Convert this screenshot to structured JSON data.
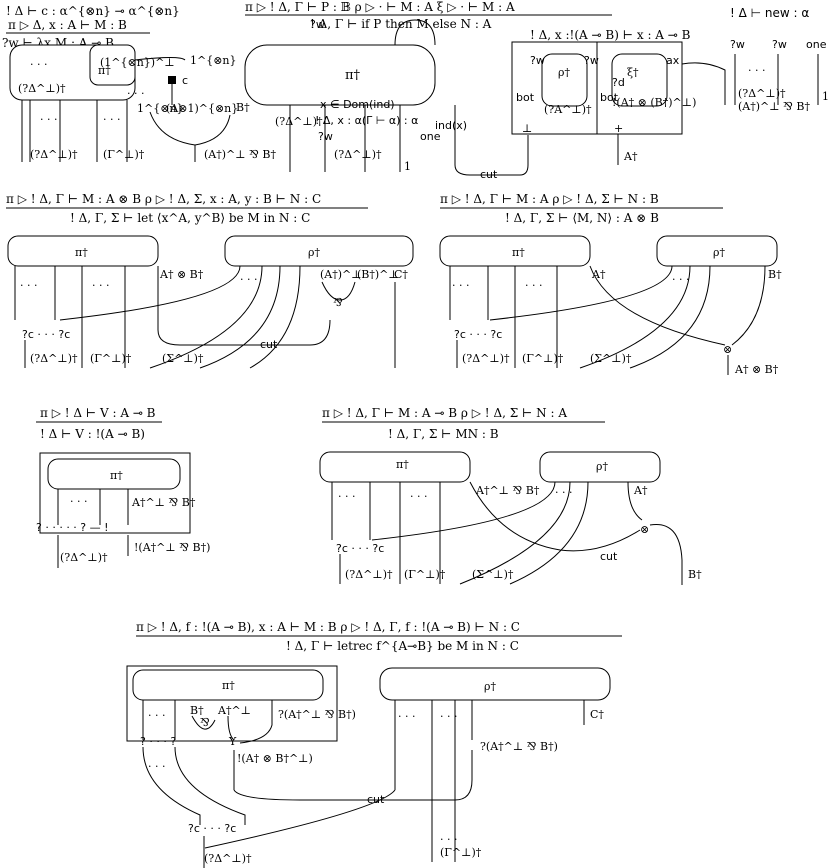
{
  "top": {
    "c_rule": "! Δ ⊢ c : α^{⊗n} ⊸ α^{⊗n}",
    "abs_premise": "π ▷ Δ, x : A ⊢ M : B",
    "abs_conclusion": "?w ⊢ λx.M : A ⊸ B",
    "if_premises": "π ▷ ! Δ, Γ ⊢ P : 𝔹   ρ ▷ · ⊢ M : A   ξ ▷ · ⊢ M : A",
    "if_conclusion": "! Δ, Γ ⊢ if P then M else N : A",
    "ind_premise": "x ∈ Dom(ind)",
    "ind_conclusion": "! Δ, x : α(Γ ⊢ α) : α",
    "new_rule": "! Δ ⊢ new : α",
    "fix_rule": "! Δ, x :!(A ⊸ B) ⊢ x : A ⊸ B",
    "c_label": "c",
    "pi": "π†",
    "rho": "ρ†",
    "xi": "ξ†",
    "one_tensor_n": "1^{⊗n}",
    "one_tensor_n_perp": "(1^{⊗n})^⊥",
    "one_par": "1^{⊗n}",
    "one_par_b": "(A⊗1)^{⊗n}",
    "Bdag": "B†",
    "AdagPerpParB": "(A†)^⊥ ⅋ B†",
    "Delta1": "(?Δ^⊥)†",
    "Gamma1": "(Γ^⊥)†",
    "Delta2": "(?Δ^⊥)†",
    "Delta3": "(?Δ^⊥)†",
    "Delta4": "(?Δ^⊥)†",
    "Delta_ind": "(?Δ^⊥)†",
    "Adag": "A†",
    "AdagPerp": "(?A^⊥)†",
    "A_perp_B": "!(A† ⊗ (B†)^⊥)",
    "A_par_B": "(A†)^⊥ ⅋ B†",
    "ind_x": "ind(x)",
    "cut": "cut",
    "bot": "bot",
    "bot2": "bot",
    "perp_sym": "⊥",
    "plus_sym": "+",
    "ax": "ax",
    "ax2": "ax",
    "w": "?w",
    "one": "one",
    "one2": "one",
    "one_label": "1",
    "one_label2": "1",
    "d": "?d",
    "dots": "· · ·"
  },
  "let": {
    "premise": "π ▷ ! Δ, Γ ⊢ M : A ⊗ B      ρ ▷ ! Δ, Σ, x : A, y : B ⊢ N : C",
    "conclusion": "! Δ, Γ, Σ ⊢ let ⟨x^A, y^B⟩ be M in N : C",
    "pi": "π†",
    "rho": "ρ†",
    "AtensB": "A† ⊗ B†",
    "Aperp": "(A†)^⊥",
    "Bperp": "(B†)^⊥",
    "Cdag": "C†",
    "par": "⅋",
    "cut": "cut",
    "contr": "?c · · · ?c",
    "Delta": "(?Δ^⊥)†",
    "Gamma": "(Γ^⊥)†",
    "Sigma": "(Σ^⊥)†",
    "dots": "· · ·"
  },
  "pair": {
    "premise": "π ▷ ! Δ, Γ ⊢ M : A      ρ ▷ ! Δ, Σ ⊢ N : B",
    "conclusion": "! Δ, Γ, Σ ⊢ ⟨M, N⟩ : A ⊗ B",
    "pi": "π†",
    "rho": "ρ†",
    "Adag": "A†",
    "Bdag": "B†",
    "tensor": "⊗",
    "AtensB": "A† ⊗ B†",
    "contr": "?c · · · ?c",
    "Delta": "(?Δ^⊥)†",
    "Gamma": "(Γ^⊥)†",
    "Sigma": "(Σ^⊥)†",
    "dots": "· · ·"
  },
  "lift": {
    "premise": "π ▷ ! Δ ⊢ V : A ⊸ B",
    "conclusion": "! Δ ⊢ V : !(A ⊸ B)",
    "pi": "π†",
    "AparB": "A†^⊥ ⅋ B†",
    "boxline": "? · · · · · ? — !",
    "Delta": "(?Δ^⊥)†",
    "bang": "!(A†^⊥ ⅋ B†)",
    "dots": "· · ·"
  },
  "app": {
    "premise": "π ▷ ! Δ, Γ ⊢ M : A ⊸ B      ρ ▷ ! Δ, Σ ⊢ N : A",
    "conclusion": "! Δ, Γ, Σ ⊢ MN : B",
    "pi": "π†",
    "rho": "ρ†",
    "AparB": "A†^⊥ ⅋ B†",
    "Adag": "A†",
    "tensor": "⊗",
    "cut": "cut",
    "Bdag": "B†",
    "contr": "?c · · · ?c",
    "Delta": "(?Δ^⊥)†",
    "Gamma": "(Γ^⊥)†",
    "Sigma": "(Σ^⊥)†",
    "dots": "· · ·"
  },
  "letrec": {
    "premise": "π ▷ ! Δ, f : !(A ⊸ B), x : A ⊢ M : B      ρ ▷ ! Δ, Γ, f : !(A ⊸ B) ⊢ N : C",
    "conclusion": "! Δ, Γ ⊢ letrec f^{A⊸B} be M in N : C",
    "pi": "π†",
    "rho": "ρ†",
    "Bdag": "B†",
    "Aperp": "A†^⊥",
    "AparB": "?(A†^⊥ ⅋ B†)",
    "par": "⅋",
    "Y": "Y",
    "bang": "!(A† ⊗ B†^⊥)",
    "AparB2": "?(A†^⊥ ⅋ B†)",
    "cut": "cut",
    "Cdag": "C†",
    "boxline": "? · · · ?",
    "contr": "?c · · · ?c",
    "Delta": "(?Δ^⊥)†",
    "Gamma": "(Γ^⊥)†",
    "dots": "· · ·"
  }
}
